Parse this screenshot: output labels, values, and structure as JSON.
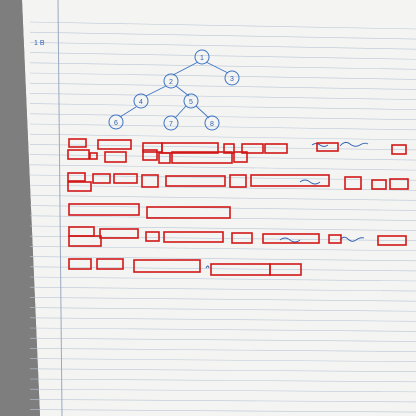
{
  "page": {
    "header_number": "1 B"
  },
  "tree": {
    "root": "1",
    "level1": [
      "2",
      "3"
    ],
    "level2": [
      "4",
      "5"
    ],
    "level3": [
      "6",
      "7",
      "8"
    ]
  },
  "colors": {
    "ink": "#2e5fb0",
    "box": "#d01818",
    "paper": "#f4f4f2",
    "ruling": "#b9c6d6",
    "margin_line": "#9aa8c0"
  }
}
